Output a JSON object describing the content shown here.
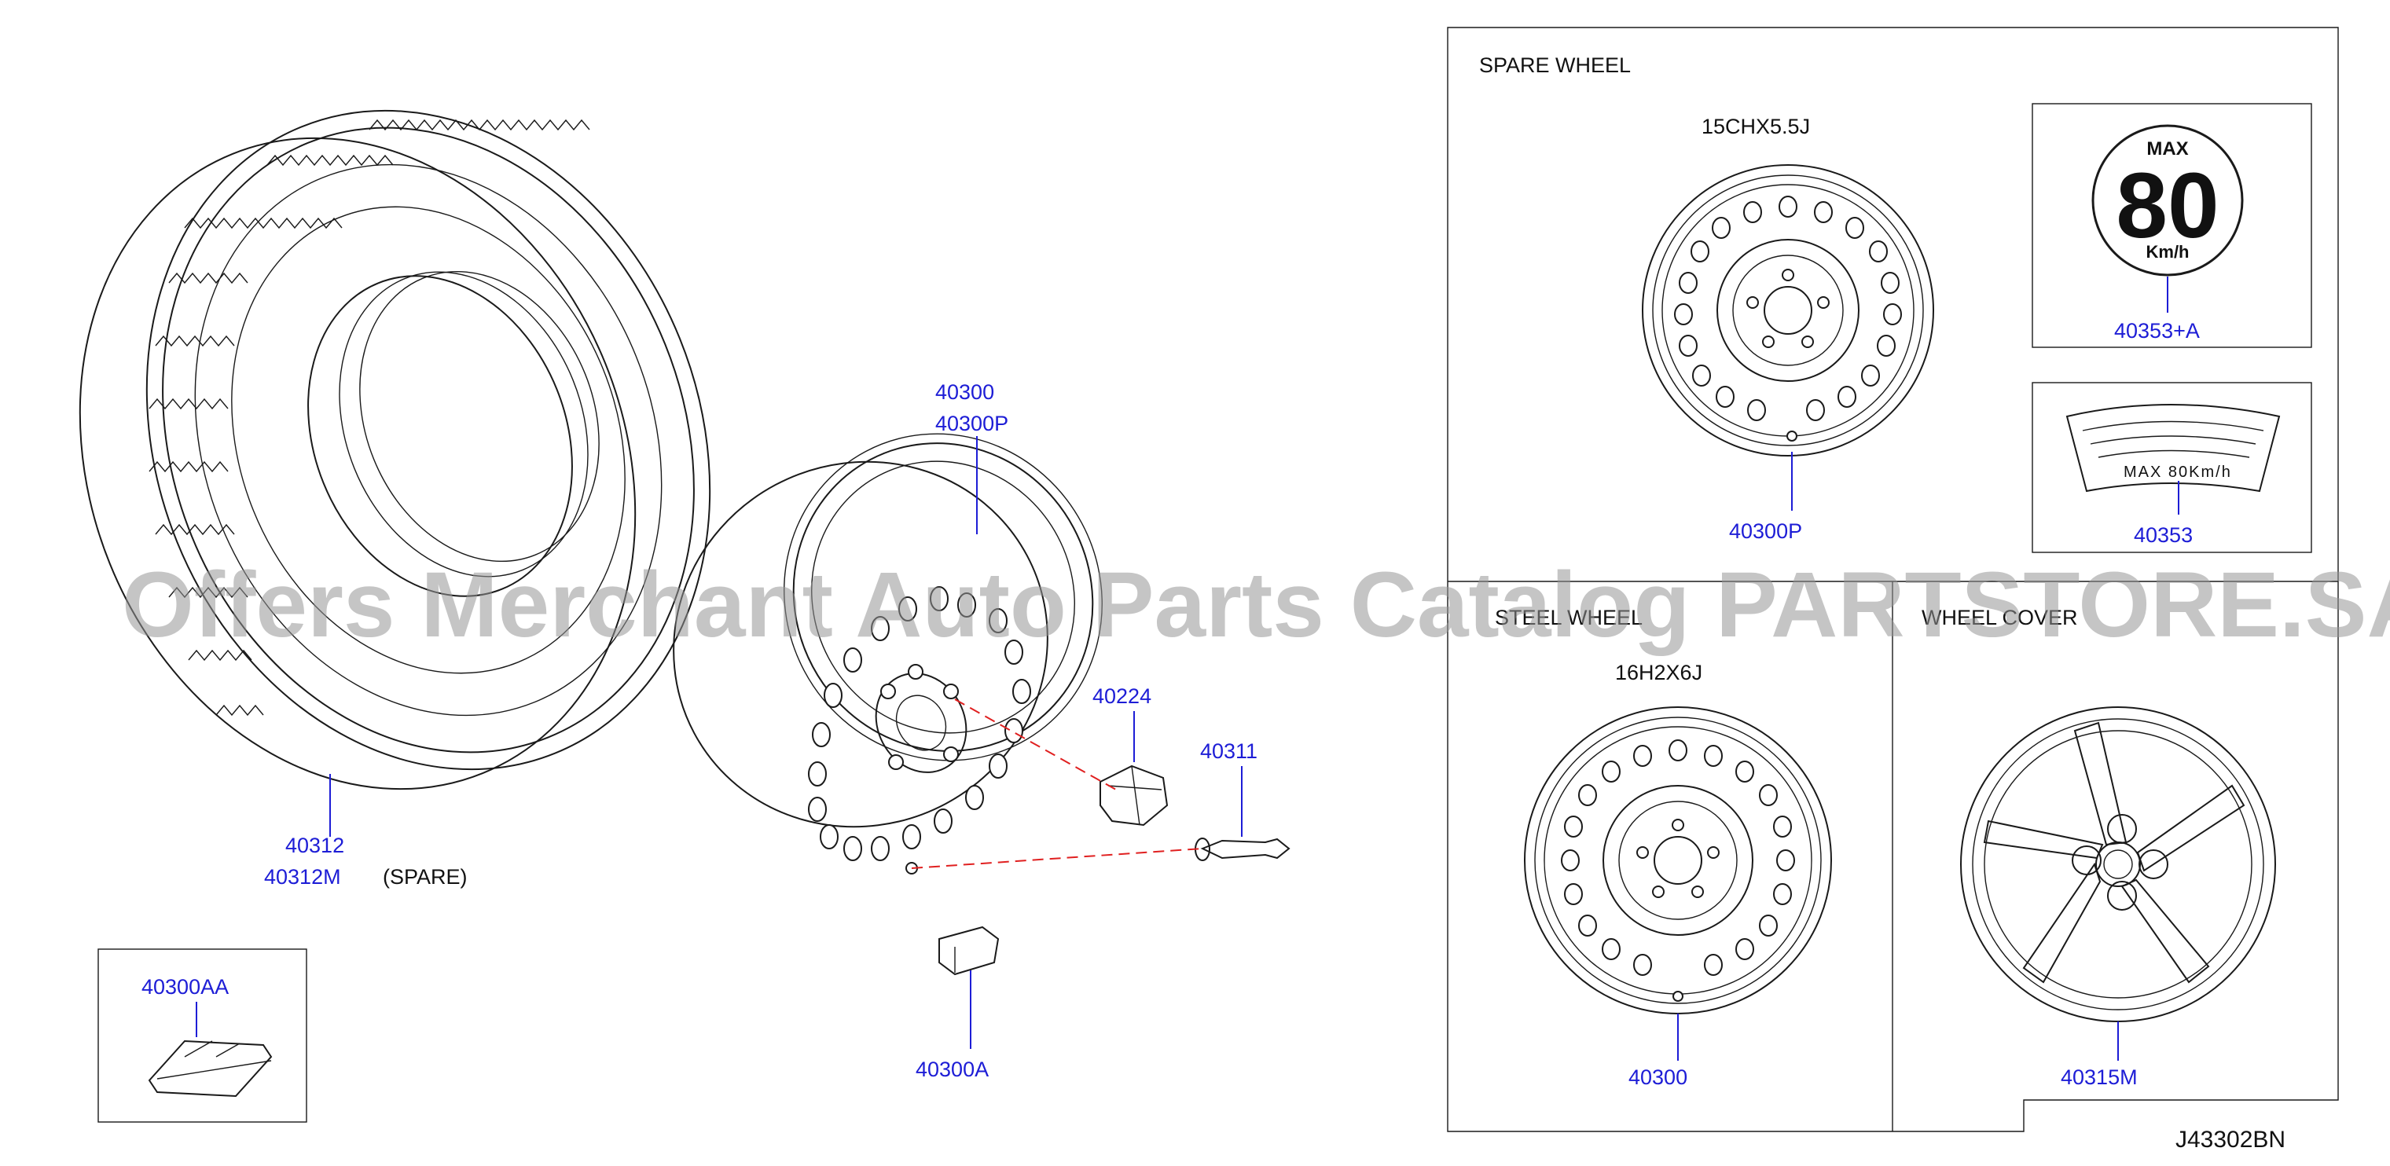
{
  "watermark": "Offers Merchant Auto Parts Catalog PARTSTORE.SA",
  "diagram_code": "J43302BN",
  "main": {
    "tire_labels": [
      "40312",
      "40312M"
    ],
    "tire_note": "(SPARE)",
    "wheel_labels": [
      "40300",
      "40300P"
    ],
    "nut_label": "40224",
    "valve_label": "40311",
    "weight_label": "40300A",
    "box_label": "40300AA"
  },
  "spare_panel": {
    "title": "SPARE   WHEEL",
    "size": "15CHX5.5J",
    "part": "40300P",
    "sign": {
      "top": "MAX",
      "value": "80",
      "unit": "Km/h",
      "part": "40353+A"
    },
    "sticker": {
      "text": "MAX 80Km/h",
      "part": "40353"
    }
  },
  "steel_panel": {
    "title": "STEEL WHEEL",
    "size": "16H2X6J",
    "part": "40300"
  },
  "cover_panel": {
    "title": "WHEEL COVER",
    "part": "40315M"
  },
  "colors": {
    "part_number": "#1d1dd6",
    "leader_red": "#e02020",
    "line": "#1a1a1a"
  }
}
